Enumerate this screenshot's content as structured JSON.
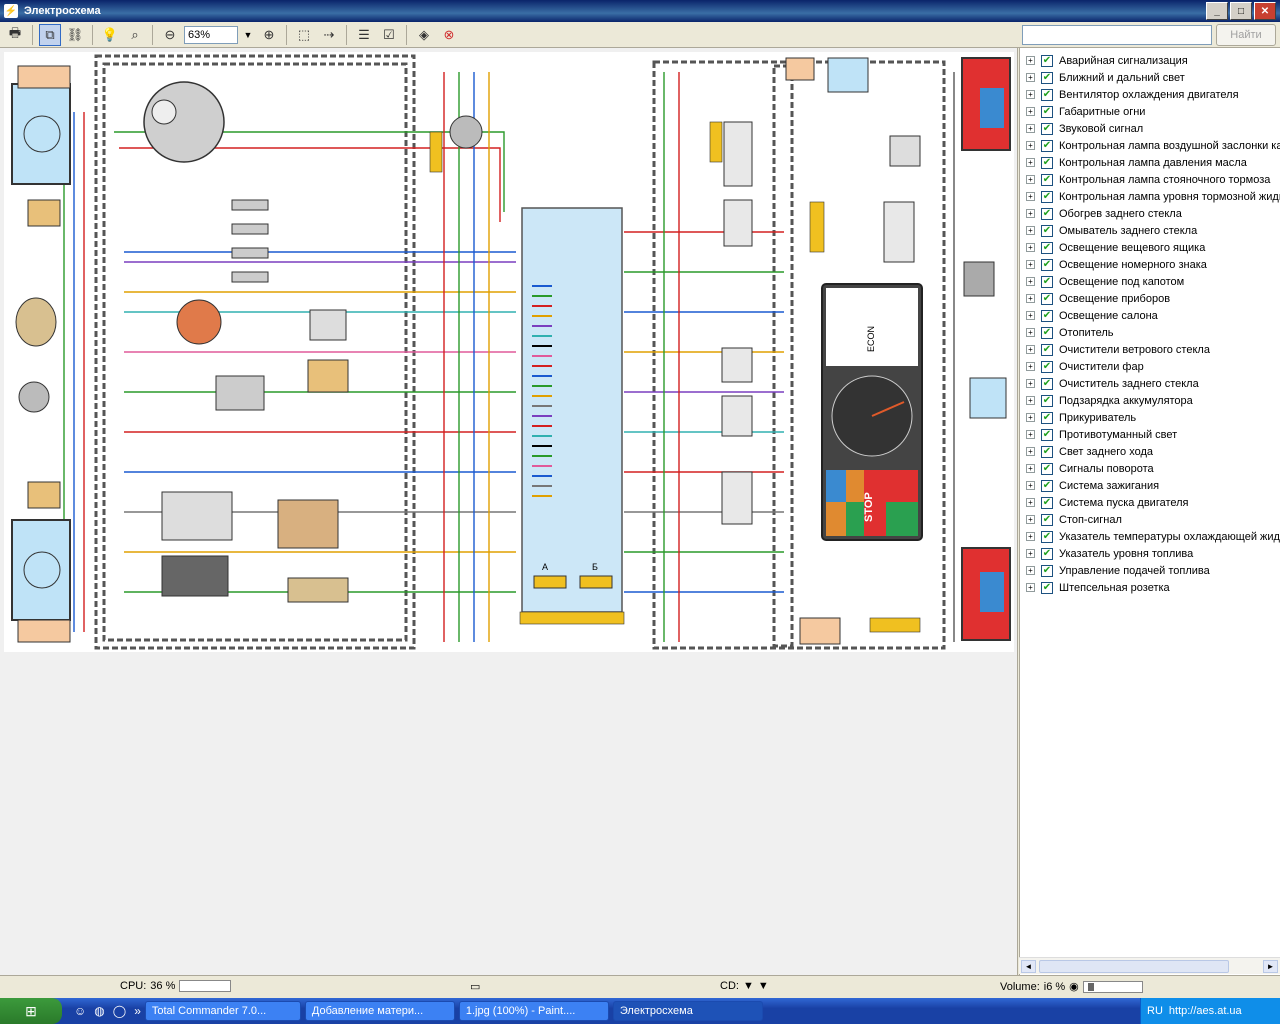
{
  "window": {
    "title": "Электросхема"
  },
  "toolbar": {
    "zoom_value": "63%",
    "search_placeholder": "",
    "search_button": "Найти"
  },
  "tree": {
    "items": [
      "Аварийная сигнализация",
      "Ближний и дальний свет",
      "Вентилятор охлаждения двигателя",
      "Габаритные огни",
      "Звуковой сигнал",
      "Контрольная лампа воздушной заслонки карб",
      "Контрольная лампа давления масла",
      "Контрольная лампа стояночного тормоза",
      "Контрольная лампа уровня тормозной жидк",
      "Обогрев заднего стекла",
      "Омыватель заднего стекла",
      "Освещение вещевого ящика",
      "Освещение номерного знака",
      "Освещение под капотом",
      "Освещение приборов",
      "Освещение салона",
      "Отопитель",
      "Очистители ветрового стекла",
      "Очистители фар",
      "Очиститель заднего стекла",
      "Подзарядка аккумулятора",
      "Прикуриватель",
      "Противотуманный свет",
      "Свет заднего хода",
      "Сигналы поворота",
      "Система зажигания",
      "Система пуска двигателя",
      "Стоп-сигнал",
      "Указатель температуры охлаждающей жидк",
      "Указатель уровня топлива",
      "Управление подачей топлива",
      "Штепсельная розетка"
    ]
  },
  "diagram_labels": {
    "connector_a": "А",
    "connector_b": "Б",
    "econ": "ECON",
    "stop": "STOP"
  },
  "statusbar": {
    "cpu_label": "CPU:",
    "cpu_value": "36 %",
    "cd_label": "CD:",
    "volume_label": "Volume:",
    "volume_value": "i6 %"
  },
  "taskbar": {
    "tasks": [
      "Total Commander 7.0...",
      "Добавление матери...",
      "1.jpg (100%) - Paint....",
      "Электросхема"
    ],
    "lang": "RU",
    "url": "http://aes.at.ua"
  },
  "colors": {
    "accent": "#316ac5",
    "title_bar": "#0a246a",
    "diagram_bg": "#ffffff",
    "panel_blue": "#cce7f7"
  }
}
